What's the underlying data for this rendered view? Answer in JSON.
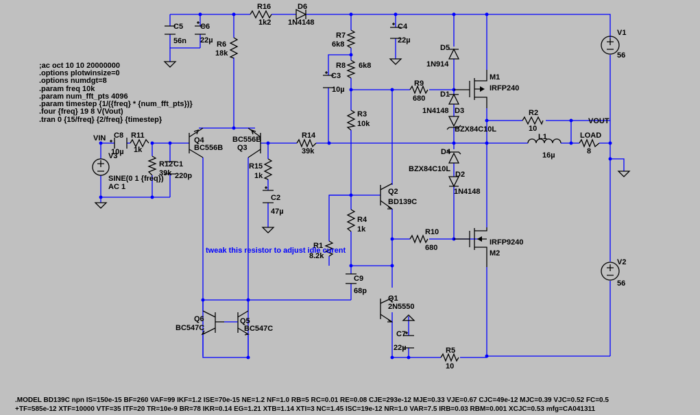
{
  "directives": [
    ";ac oct 10 10 20000000",
    ".options plotwinsize=0",
    ".options numdgt=8",
    ".param freq 10k",
    ".param num_fft_pts 4096",
    ".param timestep {1/({freq} * {num_fft_pts})}",
    ".four {freq} 19 8 V(Vout)",
    ".tran 0 {15/freq} {2/freq} {timestep}"
  ],
  "model_lines": [
    ".MODEL BD139C npn IS=150e-15 BF=260 VAF=99 IKF=1.2 ISE=70e-15 NE=1.2 NF=1.0 RB=5 RC=0.01 RE=0.08 CJE=293e-12 MJE=0.33 VJE=0.67 CJC=49e-12 MJC=0.39 VJC=0.52 FC=0.5",
    "+TF=585e-12 XTF=10000 VTF=35 ITF=20 TR=10e-9 BR=78 IKR=0.14 EG=1.21 XTB=1.14 XTI=3 NC=1.45 ISC=19e-12 NR=1.0 VAR=7.5 IRB=0.03 RBM=0.001 XCJC=0.53 mfg=CA041311"
  ],
  "comment": "tweak this resistor to adjust idle curent",
  "nets": {
    "vin": "VIN",
    "vout": "VOUT"
  },
  "source_v3": {
    "name": "V3",
    "value1": "SINE(0 1 {freq})",
    "value2": "AC 1"
  },
  "components": {
    "c5": {
      "name": "C5",
      "value": "56n"
    },
    "c6": {
      "name": "C6",
      "value": "22µ"
    },
    "r16": {
      "name": "R16",
      "value": "1k2"
    },
    "d6": {
      "name": "D6",
      "value": "1N4148"
    },
    "r6": {
      "name": "R6",
      "value": "18k"
    },
    "r7": {
      "name": "R7",
      "value": "6k8"
    },
    "r8": {
      "name": "R8",
      "value": "6k8"
    },
    "c4": {
      "name": "C4",
      "value": "22µ"
    },
    "c3": {
      "name": "C3",
      "value": "10µ"
    },
    "d5": {
      "name": "D5",
      "value": "1N914"
    },
    "m1": {
      "name": "M1",
      "value": "IRFP240"
    },
    "r9": {
      "name": "R9",
      "value": "680"
    },
    "d1": {
      "name": "D1",
      "value": "1N4148"
    },
    "d3": {
      "name": "D3",
      "value": "BZX84C10L"
    },
    "r3": {
      "name": "R3",
      "value": "10k"
    },
    "r2": {
      "name": "R2",
      "value": "10"
    },
    "v1": {
      "name": "V1",
      "value": "56"
    },
    "c8": {
      "name": "C8",
      "value": "10µ"
    },
    "r11": {
      "name": "R11",
      "value": "1k"
    },
    "q4": {
      "name": "Q4",
      "value": "BC556B"
    },
    "q3": {
      "name": "Q3",
      "value": "BC556B"
    },
    "r14": {
      "name": "R14",
      "value": "39k"
    },
    "l1": {
      "name": "L1",
      "value": "16µ"
    },
    "load": {
      "name": "LOAD",
      "value": "8"
    },
    "r12": {
      "name": "R12",
      "value": "39k"
    },
    "c1": {
      "name": "C1",
      "value": "220p"
    },
    "r15": {
      "name": "R15",
      "value": "1k"
    },
    "d4": {
      "name": "D4",
      "value": "BZX84C10L"
    },
    "d2": {
      "name": "D2",
      "value": "1N4148"
    },
    "c2": {
      "name": "C2",
      "value": "47µ"
    },
    "q2": {
      "name": "Q2",
      "value": "BD139C"
    },
    "r4": {
      "name": "R4",
      "value": "1k"
    },
    "r1": {
      "name": "R1",
      "value": "8.2k"
    },
    "r10": {
      "name": "R10",
      "value": "680"
    },
    "m2": {
      "name": "M2",
      "value": "IRFP9240"
    },
    "v2": {
      "name": "V2",
      "value": "56"
    },
    "c9": {
      "name": "C9",
      "value": "68p"
    },
    "q1": {
      "name": "Q1",
      "value": "2N5550"
    },
    "q6": {
      "name": "Q6",
      "value": "BC547C"
    },
    "q5": {
      "name": "Q5",
      "value": "BC547C"
    },
    "c7": {
      "name": "C7",
      "value": "22µ"
    },
    "r5": {
      "name": "R5",
      "value": "10"
    }
  },
  "colors": {
    "background": "#c0c0c0",
    "wire": "#0000ff",
    "part": "#000000",
    "comment": "#0000ff"
  }
}
